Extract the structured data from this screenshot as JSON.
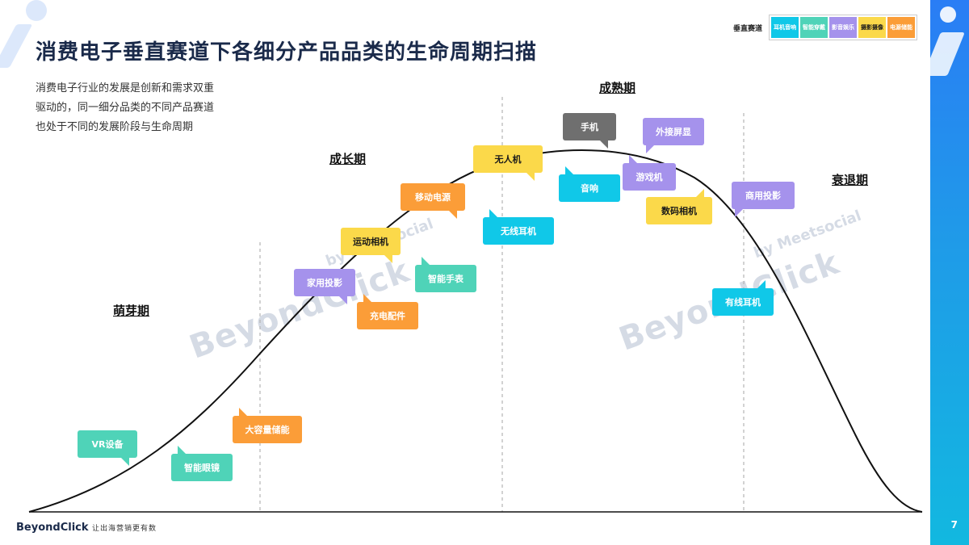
{
  "title": "消费电子垂直赛道下各细分产品品类的生命周期扫描",
  "description_lines": [
    "消费电子行业的发展是创新和需求双重",
    "驱动的，同一细分品类的不同产品赛道",
    "也处于不同的发展阶段与生命周期"
  ],
  "legend": {
    "label": "垂直赛道",
    "items": [
      {
        "text": "耳机音响",
        "color": "#10c8e8"
      },
      {
        "text": "智能穿戴",
        "color": "#4fd3b8"
      },
      {
        "text": "影音娱乐",
        "color": "#a592ec"
      },
      {
        "text": "摄影摄像",
        "color": "#fbd94a"
      },
      {
        "text": "电源储能",
        "color": "#fb9d38"
      }
    ]
  },
  "phases": {
    "embryonic": "萌芽期",
    "growth": "成长期",
    "mature": "成熟期",
    "decline": "衰退期"
  },
  "products": {
    "vr": "VR设备",
    "smart_glasses": "智能眼镜",
    "large_storage": "大容量储能",
    "home_projector": "家用投影",
    "charging_accessory": "充电配件",
    "action_camera": "运动相机",
    "power_bank": "移动电源",
    "smart_watch": "智能手表",
    "drone": "无人机",
    "wireless_earphone": "无线耳机",
    "phone": "手机",
    "speaker": "音响",
    "external_display": "外接屏显",
    "game_console": "游戏机",
    "digital_camera": "数码相机",
    "commercial_projector": "商用投影",
    "wired_earphone": "有线耳机"
  },
  "watermark": {
    "brand": "BeyondClick",
    "by": "by",
    "partner": "Meetsocial"
  },
  "footer": {
    "logo": "BeyondClick",
    "slogan": "让出海营销更有数",
    "page": "7"
  }
}
